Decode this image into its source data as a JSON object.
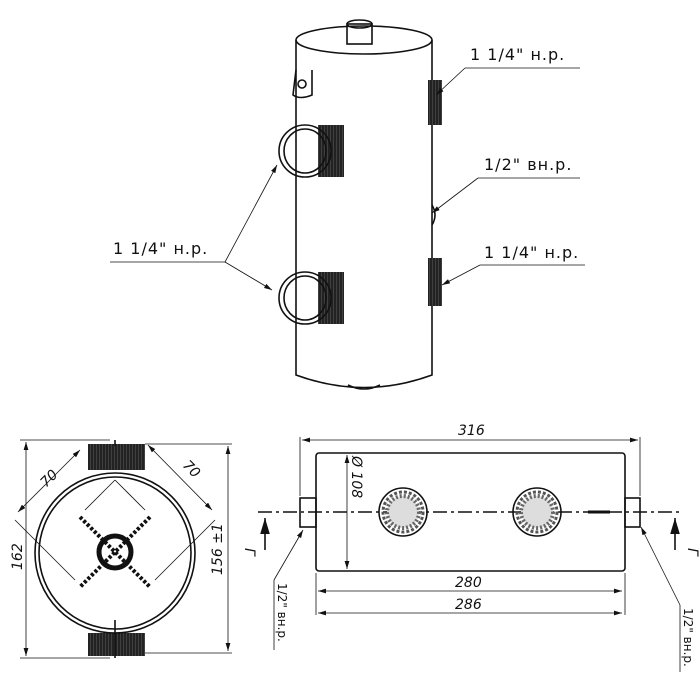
{
  "labels": {
    "top_right_upper": "1 1/4\" н.р.",
    "top_right_middle": "1/2\" вн.р.",
    "top_right_lower": "1 1/4\" н.р.",
    "top_left": "1 1/4\" н.р.",
    "bottom_left_outlet": "1/2\" вн.р.",
    "bottom_right_outlet": "1/2\" вн.р."
  },
  "dimensions": {
    "overall_length": "316",
    "diameter": "Ø 108",
    "body_length_inner": "280",
    "body_length_outer": "286",
    "height_total": "162",
    "height_body": "156 ±1",
    "port_spacing_left": "70",
    "port_spacing_right": "70"
  },
  "section": {
    "left": "Г",
    "right": "Г"
  }
}
